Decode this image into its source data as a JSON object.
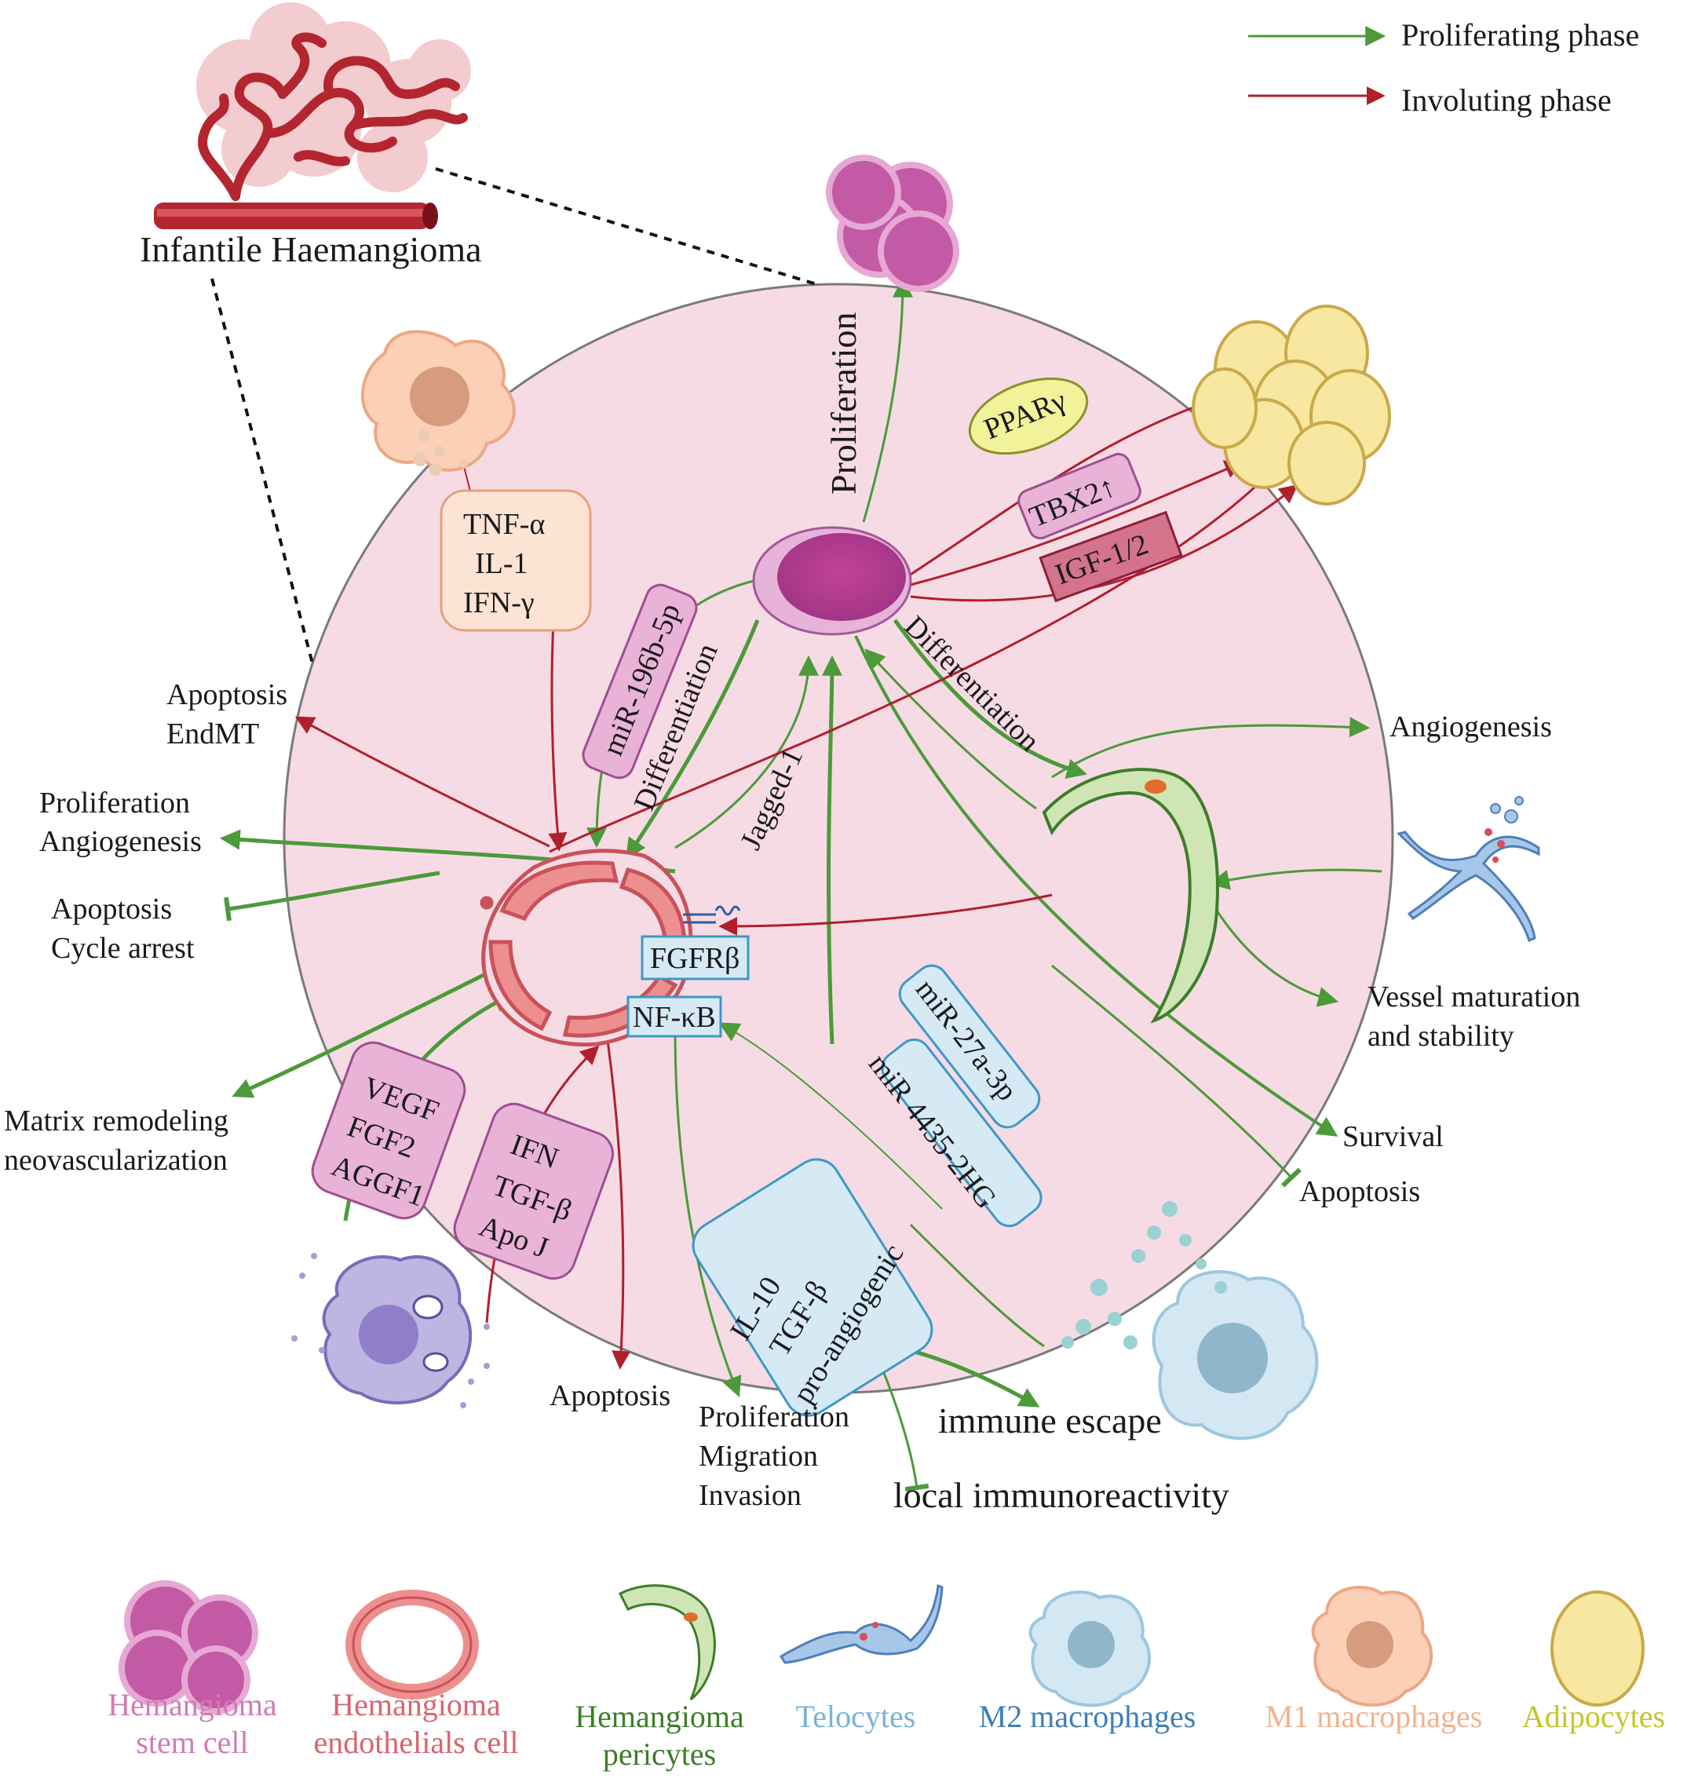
{
  "title": "Infantile Haemangioma",
  "phase_legend": [
    {
      "label": "Proliferating phase",
      "color": "#4c9a3a"
    },
    {
      "label": "Involuting phase",
      "color": "#b01f2c"
    }
  ],
  "center_labels": {
    "proliferation": "Proliferation",
    "differentiation_right": "Differentiation",
    "differentiation_left": "Differentiation",
    "jagged": "Jagged-1"
  },
  "boxes": {
    "pparg": "PPARγ",
    "tbx2": "TBX2↑",
    "igf": "IGF-1/2",
    "mir196": "miR-196b-5p",
    "fgfr": "FGFRβ",
    "nfkb": "NF-κB",
    "mir27": "miR-27a-3p",
    "mir4435": "miR 4435-2HG",
    "m1_cytokines": [
      "TNF-α",
      "IL-1",
      "IFN-γ"
    ],
    "growth_factors": [
      "VEGF",
      "FGF2",
      "AGGF1"
    ],
    "ifn_group": [
      "IFN",
      "TGF-β",
      "Apo J"
    ],
    "m2_cytokines": [
      "IL-10",
      "TGF-β",
      "pro-angiogenic"
    ]
  },
  "outcomes": {
    "apoptosis_endmt": [
      "Apoptosis",
      "EndMT"
    ],
    "prolif_angio": [
      "Proliferation",
      "Angiogenesis"
    ],
    "apoptosis_cycle": [
      "Apoptosis",
      "Cycle arrest"
    ],
    "matrix": [
      "Matrix remodeling",
      "neovascularization"
    ],
    "apoptosis_bottom": "Apoptosis",
    "prolif_migration": [
      "Proliferation",
      "Migration",
      "Invasion"
    ],
    "immune_escape": "immune escape",
    "local_immuno": "local immunoreactivity",
    "angiogenesis": "Angiogenesis",
    "vessel": [
      "Vessel maturation",
      "and stability"
    ],
    "survival": "Survival",
    "apoptosis_right": "Apoptosis"
  },
  "cell_legend": [
    {
      "name": "Hemangioma stem cell",
      "lines": [
        "Hemangioma",
        "stem cell"
      ],
      "color": "#d27bb3",
      "icon": "stem-cell-icon"
    },
    {
      "name": "Hemangioma endothelials cell",
      "lines": [
        "Hemangioma",
        "endothelials cell"
      ],
      "color": "#d9646e",
      "icon": "endothelial-cell-icon"
    },
    {
      "name": "Hemangioma pericytes",
      "lines": [
        "Hemangioma",
        "pericytes"
      ],
      "color": "#3d7d2a",
      "icon": "pericyte-icon"
    },
    {
      "name": "Telocytes",
      "lines": [
        "Telocytes"
      ],
      "color": "#78b3d8",
      "icon": "telocyte-icon"
    },
    {
      "name": "M2 macrophages",
      "lines": [
        "M2 macrophages"
      ],
      "color": "#3f7fb5",
      "icon": "m2-macrophage-icon"
    },
    {
      "name": "M1 macrophages",
      "lines": [
        "M1 macrophages"
      ],
      "color": "#f0b48e",
      "icon": "m1-macrophage-icon"
    },
    {
      "name": "Adipocytes",
      "lines": [
        "Adipocytes"
      ],
      "color": "#c6c42c",
      "icon": "adipocyte-icon"
    }
  ]
}
